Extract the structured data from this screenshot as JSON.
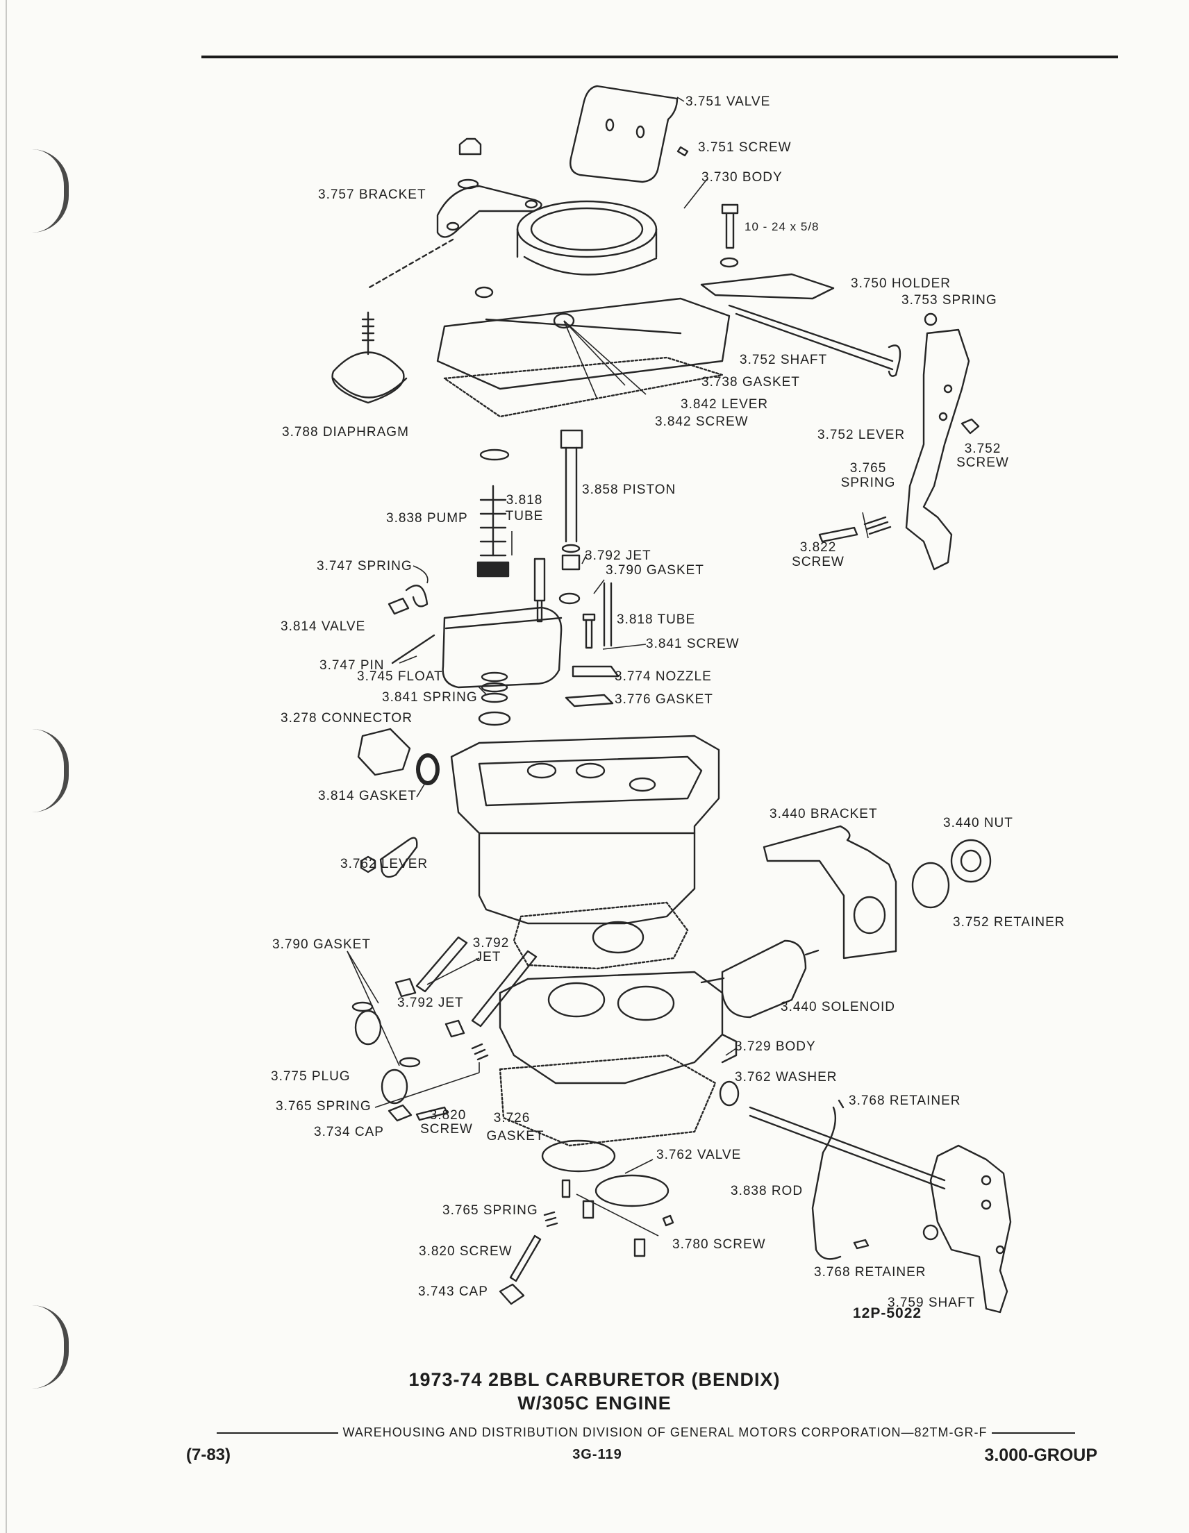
{
  "labels": {
    "valve_3751": "3.751 VALVE",
    "screw_3751": "3.751 SCREW",
    "body_3730": "3.730 BODY",
    "bracket_3757": "3.757 BRACKET",
    "bolt_size": "10 - 24 x 5/8",
    "holder_3750": "3.750 HOLDER",
    "spring_3753": "3.753 SPRING",
    "shaft_3752": "3.752 SHAFT",
    "gasket_3738": "3.738 GASKET",
    "lever_3842": "3.842 LEVER",
    "screw_3842": "3.842 SCREW",
    "diaphragm_3788": "3.788 DIAPHRAGM",
    "lever_3752": "3.752 LEVER",
    "screw_3752_a": "3.752",
    "screw_3752_b": "SCREW",
    "spring_3765_a": "3.765",
    "spring_3765_b": "SPRING",
    "piston_3858": "3.858 PISTON",
    "tube_3818_a": "3.818",
    "tube_3818_b": "TUBE",
    "pump_3838": "3.838 PUMP",
    "screw_3822_a": "3.822",
    "screw_3822_b": "SCREW",
    "jet_3792_top": "3.792 JET",
    "gasket_3790_top": "3.790 GASKET",
    "spring_3747": "3.747 SPRING",
    "valve_3814": "3.814 VALVE",
    "tube_3818": "3.818 TUBE",
    "screw_3841": "3.841 SCREW",
    "pin_3747": "3.747 PIN",
    "float_3745": "3.745 FLOAT",
    "nozzle_3774": "3.774 NOZZLE",
    "spring_3841": "3.841 SPRING",
    "gasket_3776": "3.776 GASKET",
    "connector_3278": "3.278 CONNECTOR",
    "gasket_3814": "3.814 GASKET",
    "bracket_3440": "3.440 BRACKET",
    "nut_3440": "3.440 NUT",
    "lever_3762": "3.762 LEVER",
    "retainer_3752": "3.752 RETAINER",
    "gasket_3790_low": "3.790 GASKET",
    "jet_3792_a": "3.792",
    "jet_3792_b": "JET",
    "jet_3792_low": "3.792 JET",
    "solenoid_3440": "3.440 SOLENOID",
    "body_3729": "3.729 BODY",
    "plug_3775": "3.775 PLUG",
    "washer_3762": "3.762 WASHER",
    "retainer_3768_top": "3.768 RETAINER",
    "spring_3765_low": "3.765 SPRING",
    "screw_3820_a": "3.820",
    "screw_3820_b": "SCREW",
    "gasket_3726_a": "3.726",
    "gasket_3726_b": "GASKET",
    "cap_3734": "3.734 CAP",
    "valve_3762": "3.762 VALVE",
    "rod_3838": "3.838 ROD",
    "spring_3765_bottom": "3.765 SPRING",
    "screw_3780": "3.780 SCREW",
    "screw_3820_bottom": "3.820 SCREW",
    "retainer_3768_low": "3.768 RETAINER",
    "cap_3743": "3.743 CAP",
    "shaft_3759": "3.759 SHAFT"
  },
  "figure_number": "12P-5022",
  "title_line1": "1973-74 2BBL CARBURETOR (BENDIX)",
  "title_line2": "W/305C ENGINE",
  "footer_text": "WAREHOUSING AND DISTRIBUTION  DIVISION OF GENERAL MOTORS CORPORATION—82TM-GR-F",
  "revision_date": "(7-83)",
  "page_number": "3G-119",
  "group": "3.000-GROUP"
}
